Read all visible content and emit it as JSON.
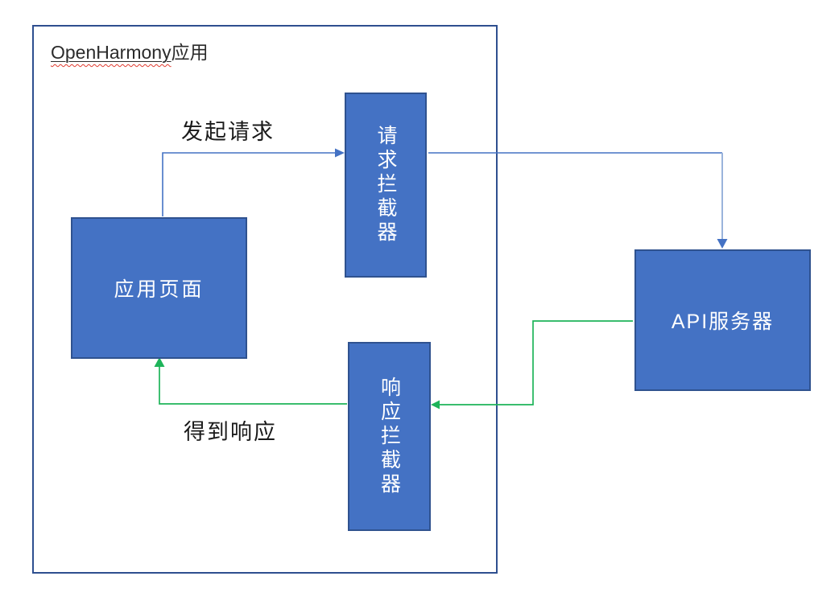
{
  "diagram": {
    "title": {
      "underlined_part": "OpenHarmony",
      "plain_part": "应用"
    },
    "nodes": {
      "app_page": {
        "label": "应用页面"
      },
      "request_interceptor": {
        "label": "请求拦截器"
      },
      "response_interceptor": {
        "label": "响应拦截器"
      },
      "api_server": {
        "label": "API服务器"
      }
    },
    "edges": {
      "initiate_request": {
        "label": "发起请求",
        "from": "app_page",
        "to": "request_interceptor"
      },
      "request_to_server": {
        "from": "request_interceptor",
        "to": "api_server"
      },
      "server_to_response": {
        "from": "api_server",
        "to": "response_interceptor"
      },
      "receive_response": {
        "label": "得到响应",
        "from": "response_interceptor",
        "to": "app_page"
      }
    },
    "colors": {
      "node_fill": "#4472c4",
      "node_border": "#2f528f",
      "outer_border": "#2e4f8f",
      "node_text": "#ffffff",
      "title_text": "#2b2b2b",
      "label_text": "#1a1a1a",
      "edge_blue": "#4472c4",
      "edge_blue_light": "#9ab4dc",
      "edge_green": "#1eb45a",
      "spellcheck_wavy": "#e03a2e"
    }
  }
}
